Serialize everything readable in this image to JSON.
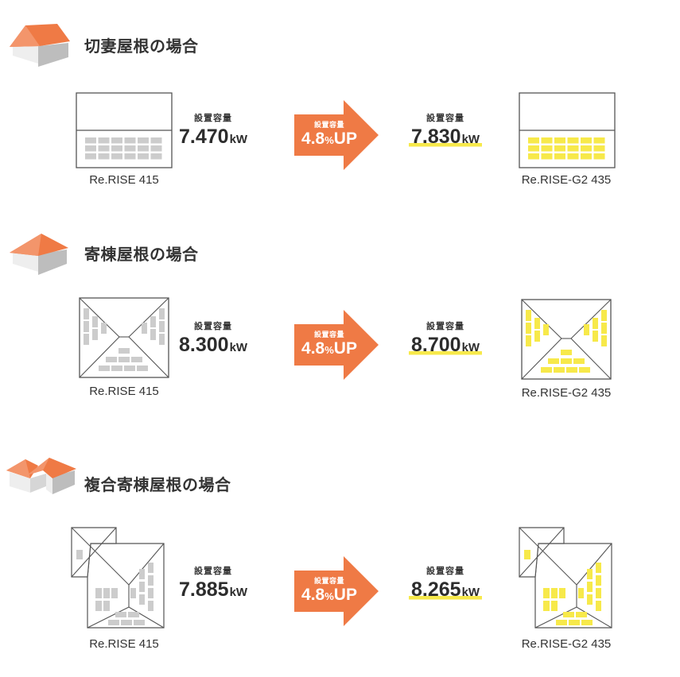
{
  "colors": {
    "accent_orange": "#ef7a45",
    "panel_old": "#cccccc",
    "panel_new": "#f7e94a",
    "highlight": "#f7e94a",
    "outline": "#555555",
    "text": "#333333"
  },
  "sections": [
    {
      "title": "切妻屋根の場合",
      "roof_type": "gable",
      "before": {
        "model": "Re.RISE 415",
        "capacity_label": "設置容量",
        "capacity_value": "7.470",
        "unit": "kW"
      },
      "increase": {
        "label": "設置容量",
        "value": "4.8",
        "pct": "%",
        "suffix": "UP"
      },
      "after": {
        "model": "Re.RISE-G2 435",
        "capacity_label": "設置容量",
        "capacity_value": "7.830",
        "unit": "kW"
      }
    },
    {
      "title": "寄棟屋根の場合",
      "roof_type": "hip",
      "before": {
        "model": "Re.RISE 415",
        "capacity_label": "設置容量",
        "capacity_value": "8.300",
        "unit": "kW"
      },
      "increase": {
        "label": "設置容量",
        "value": "4.8",
        "pct": "%",
        "suffix": "UP"
      },
      "after": {
        "model": "Re.RISE-G2 435",
        "capacity_label": "設置容量",
        "capacity_value": "8.700",
        "unit": "kW"
      }
    },
    {
      "title": "複合寄棟屋根の場合",
      "roof_type": "complex-hip",
      "before": {
        "model": "Re.RISE 415",
        "capacity_label": "設置容量",
        "capacity_value": "7.885",
        "unit": "kW"
      },
      "increase": {
        "label": "設置容量",
        "value": "4.8",
        "pct": "%",
        "suffix": "UP"
      },
      "after": {
        "model": "Re.RISE-G2 435",
        "capacity_label": "設置容量",
        "capacity_value": "8.265",
        "unit": "kW"
      }
    }
  ]
}
